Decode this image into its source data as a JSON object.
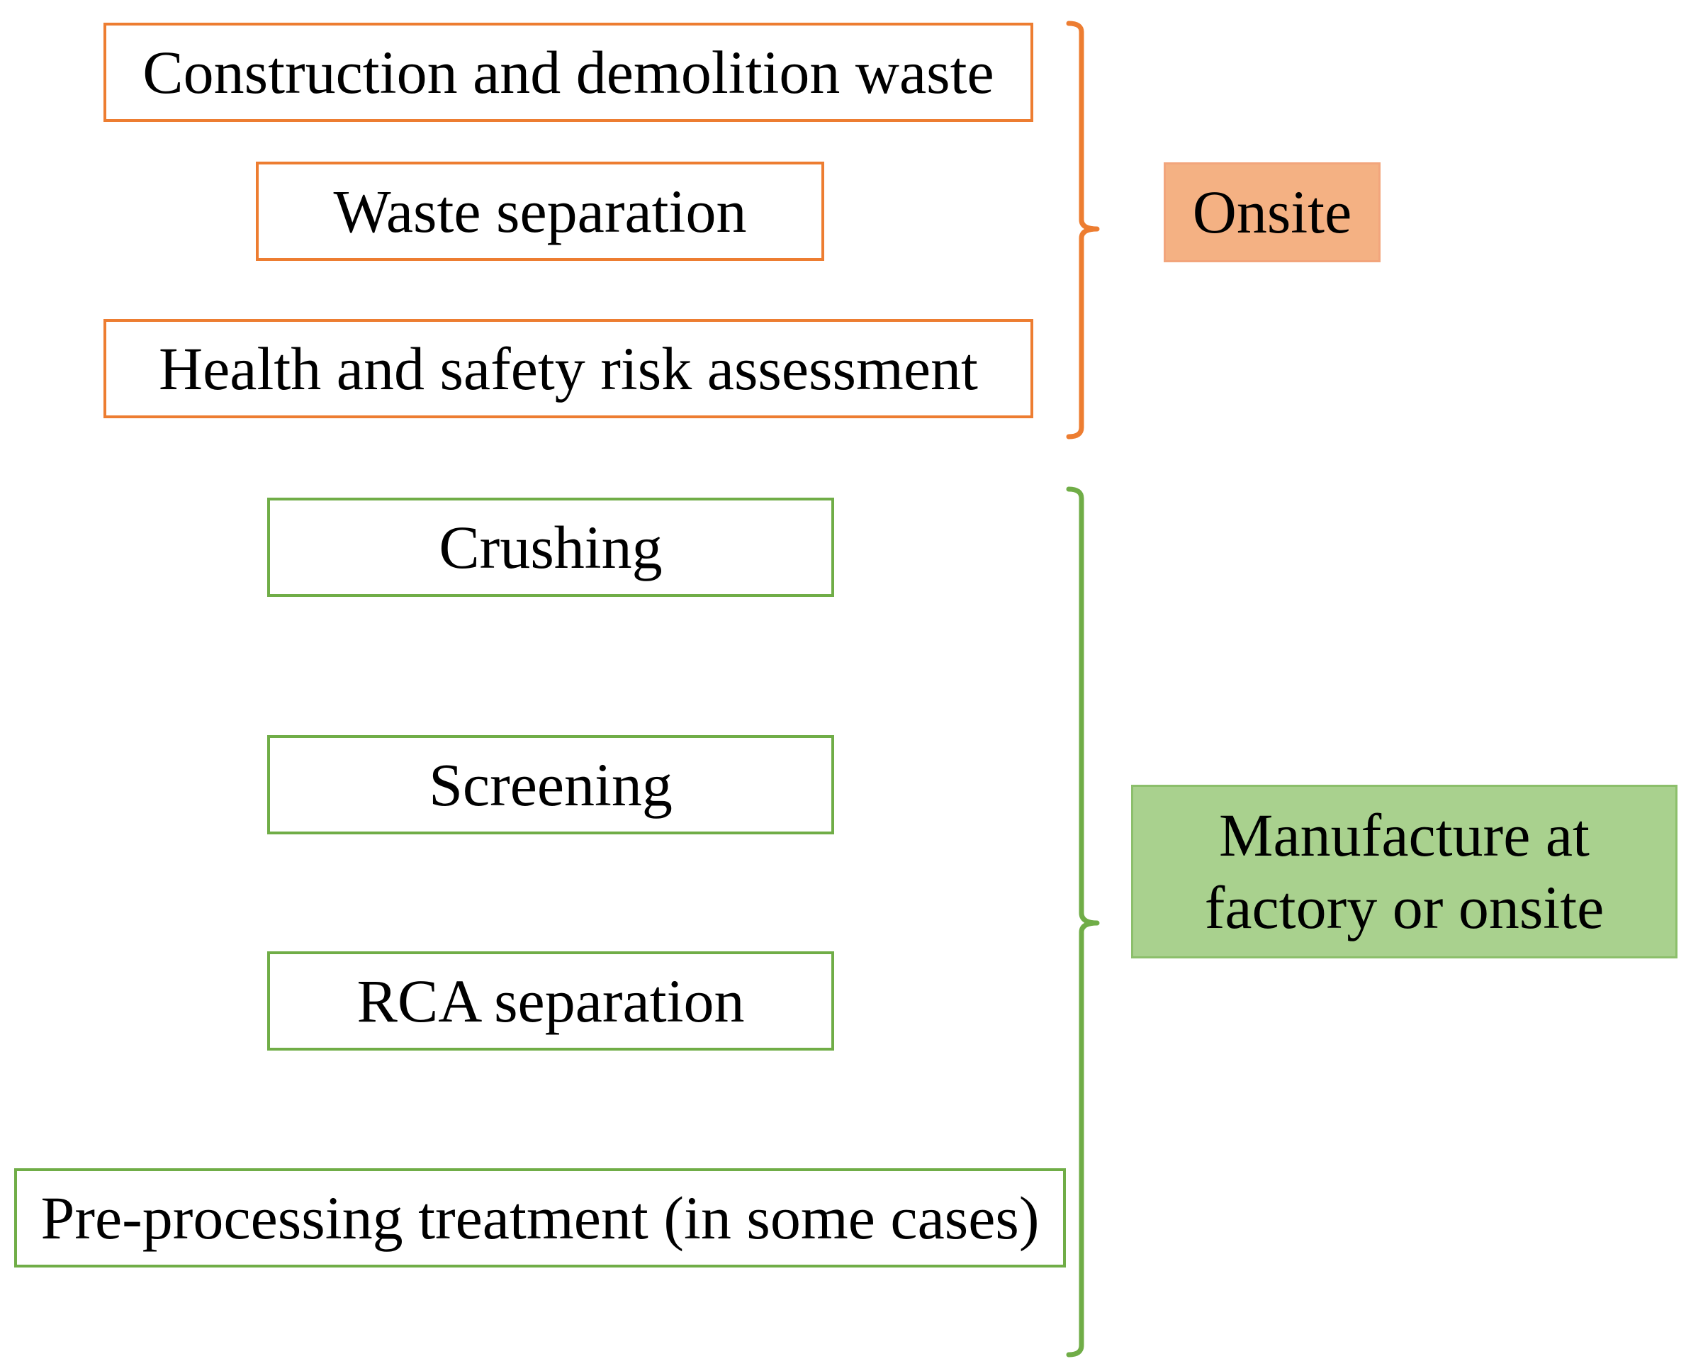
{
  "colors": {
    "onsite_accent": "#ED7D31",
    "onsite_fill": "#F4B183",
    "manufacture_accent": "#70AD47",
    "manufacture_fill": "#A9D18E"
  },
  "onsite_group": {
    "label": "Onsite",
    "steps": [
      "Construction and demolition waste",
      "Waste separation",
      "Health and safety risk assessment"
    ]
  },
  "manufacture_group": {
    "label_line1": "Manufacture at",
    "label_line2": "factory or onsite",
    "steps": [
      "Crushing",
      "Screening",
      "RCA separation",
      "Pre-processing treatment (in some cases)"
    ]
  }
}
